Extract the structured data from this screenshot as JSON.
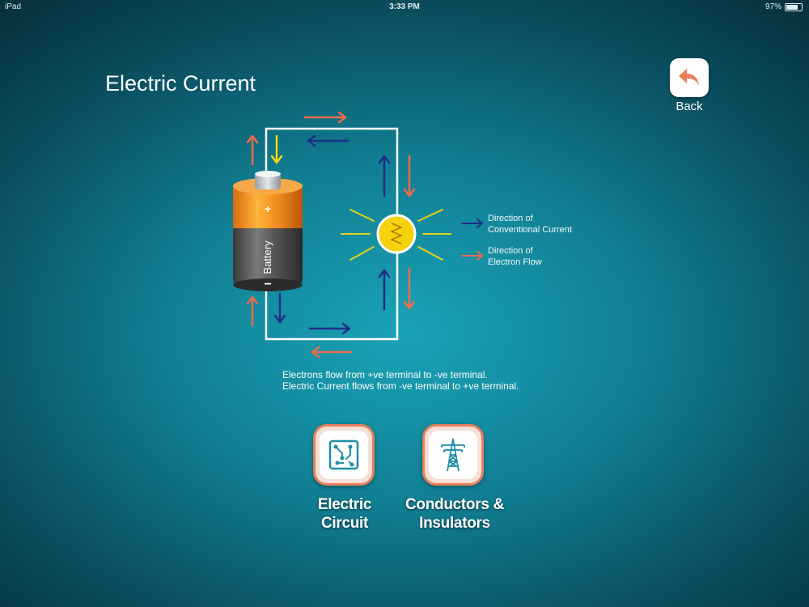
{
  "status_bar": {
    "device": "iPad",
    "time": "3:33 PM",
    "battery": "97%"
  },
  "page": {
    "title": "Electric Current"
  },
  "back": {
    "label": "Back",
    "icon": "back-arrow-icon"
  },
  "diagram": {
    "battery_label": "Battery",
    "plus_sign": "+",
    "minus_sign": "−",
    "legend": {
      "conventional_line1": "Direction of",
      "conventional_line2": "Conventional Current",
      "electron_line1": "Direction of",
      "electron_line2": "Electron Flow"
    },
    "colors": {
      "conventional": "#1d2f8a",
      "electron": "#ef6a4a",
      "wire": "#ffffff",
      "yellow": "#f2d90c"
    }
  },
  "caption": {
    "line1": "Electrons flow from +ve terminal to -ve terminal.",
    "line2": "Electric Current flows from -ve terminal to +ve terminal."
  },
  "nav": [
    {
      "label_line1": "Electric",
      "label_line2": "Circuit",
      "icon": "circuit-board-icon"
    },
    {
      "label_line1": "Conductors &",
      "label_line2": "Insulators",
      "icon": "power-tower-icon"
    }
  ],
  "accent_color": "#e77f5c"
}
